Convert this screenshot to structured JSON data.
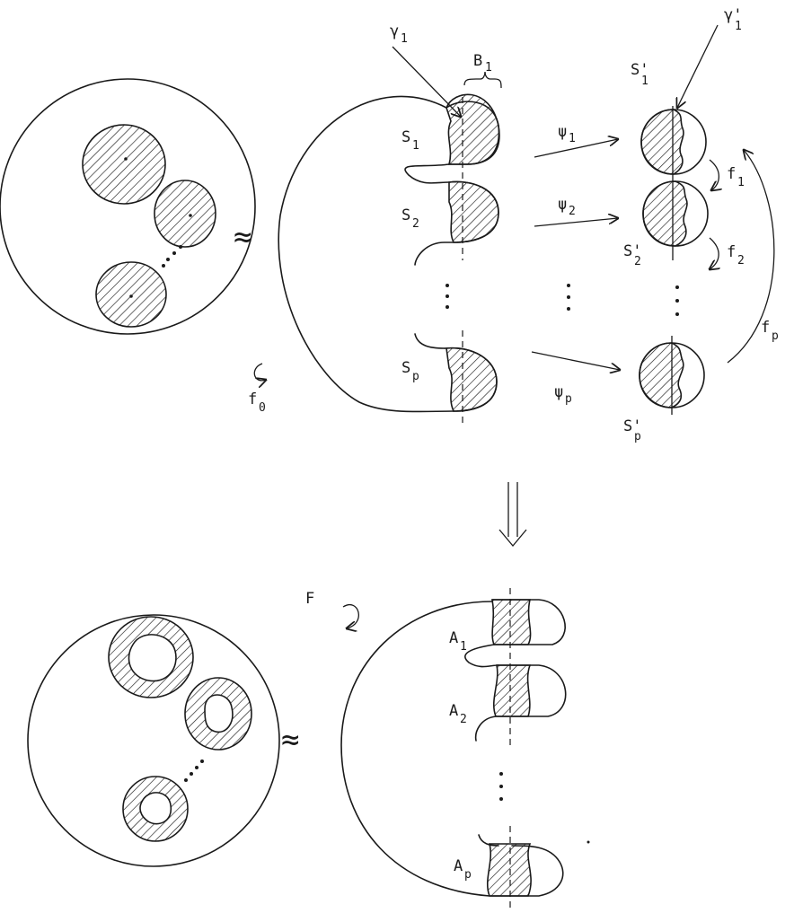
{
  "labels": {
    "gamma": "γ",
    "gamma_sub": "1",
    "gamma_prime": "γ'",
    "gamma_prime_sub": "1",
    "B": "B",
    "B_sub": "1",
    "S1": "S",
    "S1_sub": "1",
    "S2": "S",
    "S2_sub": "2",
    "Sp": "S",
    "Sp_sub": "p",
    "psi1": "ψ",
    "psi1_sub": "1",
    "psi2": "ψ",
    "psi2_sub": "2",
    "psip": "ψ",
    "psip_sub": "p",
    "S1p": "S'",
    "S1p_sub": "1",
    "S2p": "S'",
    "S2p_sub": "2",
    "Spp": "S'",
    "Spp_sub": "p",
    "f1": "f",
    "f1_sub": "1",
    "f2": "f",
    "f2_sub": "2",
    "fp": "f",
    "fp_sub": "p",
    "f0": "f",
    "f0_sub": "0",
    "F": "F",
    "A1": "A",
    "A1_sub": "1",
    "A2": "A",
    "A2_sub": "2",
    "Ap": "A",
    "Ap_sub": "p",
    "approx": "≈"
  }
}
